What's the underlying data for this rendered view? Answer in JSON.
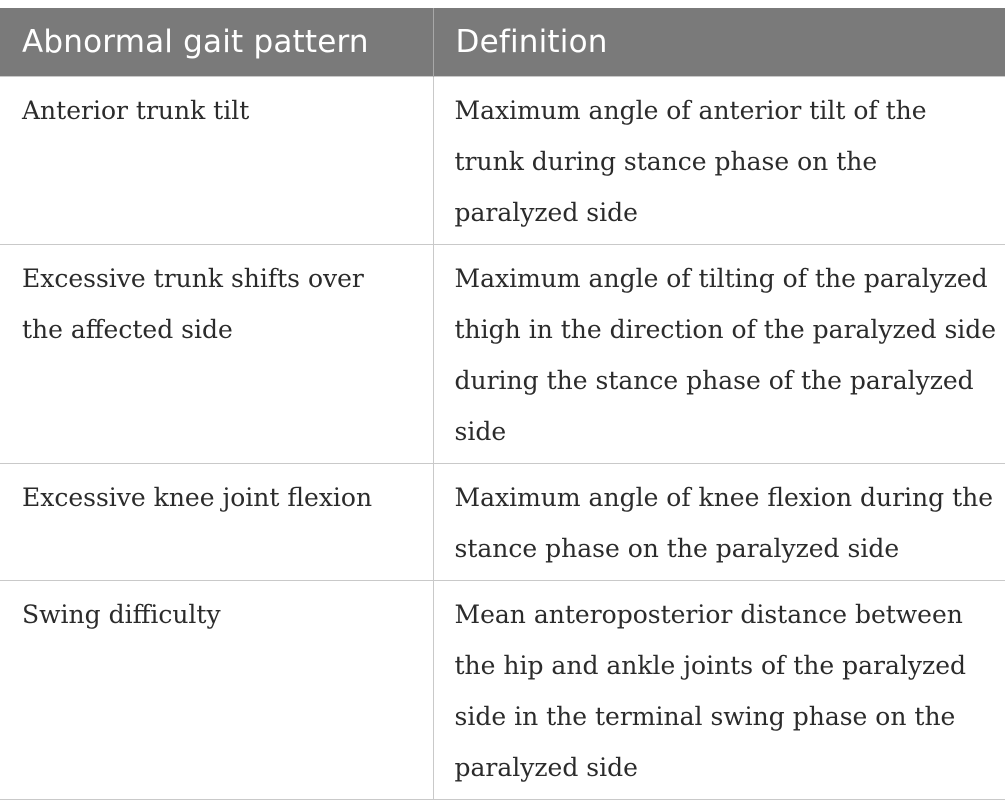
{
  "table": {
    "headers": [
      "Abnormal gait pattern",
      "Definition"
    ],
    "rows": [
      {
        "pattern": "Anterior trunk tilt",
        "definition": "Maximum angle of anterior tilt of the trunk during stance phase on the paralyzed side"
      },
      {
        "pattern": "Excessive trunk shifts over the affected side",
        "definition": "Maximum angle of tilting of the paralyzed thigh in the direction of the paralyzed side during the stance phase of the paralyzed side"
      },
      {
        "pattern": "Excessive knee joint flexion",
        "definition": "Maximum angle of knee flexion during the stance phase on the paralyzed side"
      },
      {
        "pattern": "Swing difficulty",
        "definition": "Mean anteroposterior distance between the hip and ankle joints of the paralyzed side in the terminal swing phase on the paralyzed side"
      }
    ]
  }
}
